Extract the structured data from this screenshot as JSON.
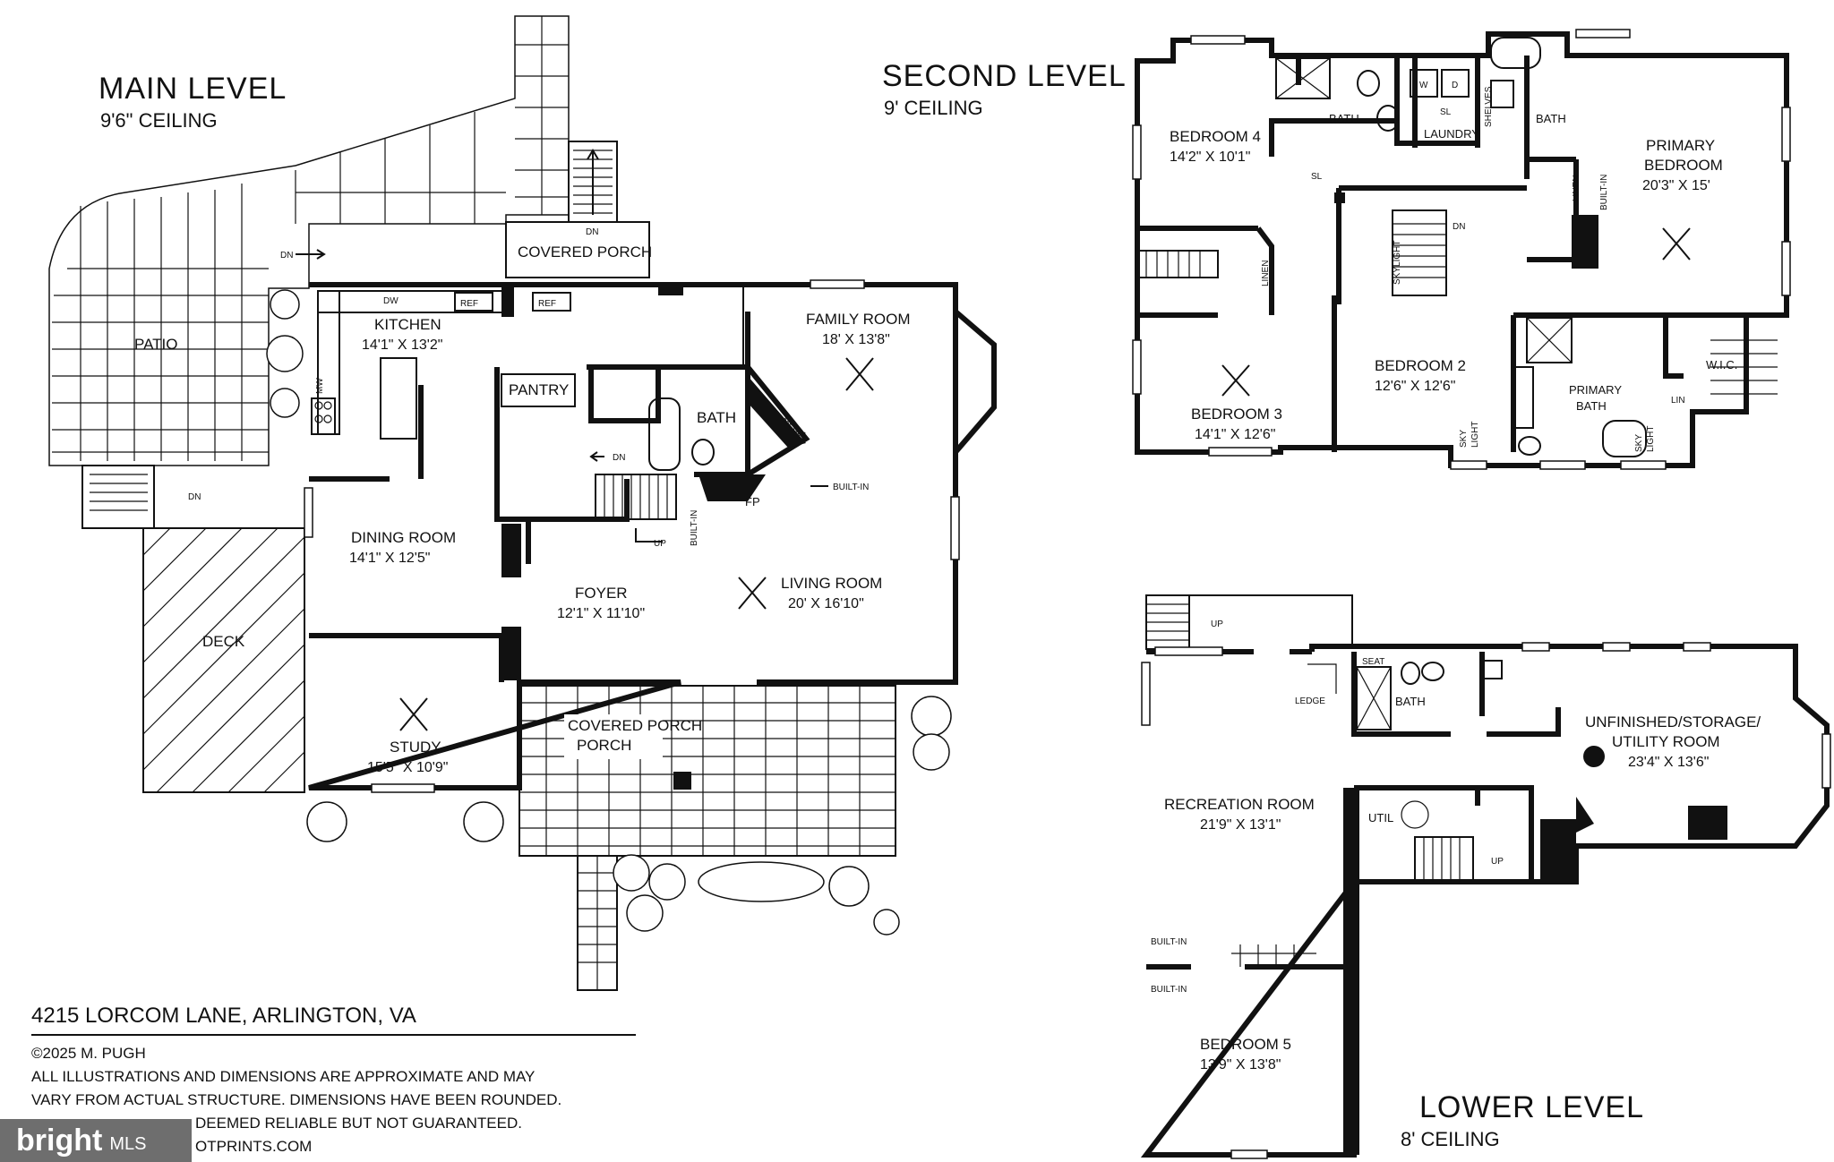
{
  "main_level": {
    "title": "MAIN LEVEL",
    "ceiling": "9'6\" CEILING",
    "rooms": {
      "kitchen": {
        "name": "KITCHEN",
        "dims": "14'1\" X 13'2\""
      },
      "family_room": {
        "name": "FAMILY ROOM",
        "dims": "18' X 13'8\""
      },
      "dining_room": {
        "name": "DINING ROOM",
        "dims": "14'1\" X 12'5\""
      },
      "foyer": {
        "name": "FOYER",
        "dims": "12'1\" X 11'10\""
      },
      "living_room": {
        "name": "LIVING ROOM",
        "dims": "20' X 16'10\""
      },
      "study": {
        "name": "STUDY",
        "dims": "15'5\" X 10'9\""
      },
      "patio": {
        "name": "PATIO"
      },
      "deck": {
        "name": "DECK"
      },
      "covered_porch_rear": {
        "name": "COVERED PORCH"
      },
      "covered_porch_front": {
        "name": "COVERED PORCH"
      },
      "pantry": {
        "name": "PANTRY"
      },
      "bath": {
        "name": "BATH"
      }
    },
    "labels": {
      "dn": "DN",
      "up": "UP",
      "dw": "DW",
      "ref": "REF",
      "mw": "MW",
      "fp": "FP",
      "media": "MEDIA",
      "built_in": "BUILT-IN"
    }
  },
  "second_level": {
    "title": "SECOND LEVEL",
    "ceiling": "9' CEILING",
    "rooms": {
      "bedroom4": {
        "name": "BEDROOM 4",
        "dims": "14'2\" X 10'1\""
      },
      "bedroom3": {
        "name": "BEDROOM 3",
        "dims": "14'1\" X 12'6\""
      },
      "bedroom2": {
        "name": "BEDROOM 2",
        "dims": "12'6\" X 12'6\""
      },
      "primary_bedroom": {
        "name1": "PRIMARY",
        "name2": "BEDROOM",
        "dims": "20'3\" X 15'"
      },
      "primary_bath": {
        "name1": "PRIMARY",
        "name2": "BATH"
      },
      "bath1": {
        "name": "BATH"
      },
      "bath2": {
        "name": "BATH"
      },
      "laundry": {
        "name": "LAUNDRY"
      },
      "wic": {
        "name": "W.I.C."
      }
    },
    "labels": {
      "w": "W",
      "d": "D",
      "sl": "SL",
      "shelves": "SHELVES",
      "linen": "LINEN",
      "lin": "LIN",
      "built_in": "BUILT-IN",
      "skylight": "SKYLIGHT",
      "sky": "SKY",
      "light": "LIGHT",
      "dn": "DN"
    }
  },
  "lower_level": {
    "title": "LOWER LEVEL",
    "ceiling": "8' CEILING",
    "rooms": {
      "recreation": {
        "name": "RECREATION ROOM",
        "dims": "21'9\" X 13'1\""
      },
      "bedroom5": {
        "name": "BEDROOM 5",
        "dims": "13'9\" X 13'8\""
      },
      "unfinished": {
        "name1": "UNFINISHED/STORAGE/",
        "name2": "UTILITY ROOM",
        "dims": "23'4\" X 13'6\""
      },
      "bath": {
        "name": "BATH"
      },
      "util": {
        "name": "UTIL"
      }
    },
    "labels": {
      "up": "UP",
      "ledge": "LEDGE",
      "seat": "SEAT",
      "built_in": "BUILT-IN"
    }
  },
  "info": {
    "address": "4215 LORCOM LANE, ARLINGTON, VA",
    "copyright": "©2025 M. PUGH",
    "disclaimer1": "ALL ILLUSTRATIONS AND DIMENSIONS ARE APPROXIMATE AND MAY",
    "disclaimer2": "VARY FROM ACTUAL STRUCTURE. DIMENSIONS HAVE BEEN ROUNDED.",
    "disclaimer3": "DEEMED RELIABLE BUT NOT GUARANTEED.",
    "disclaimer4": "OTPRINTS.COM"
  },
  "badge": {
    "brand": "bright",
    "suffix": "MLS"
  }
}
